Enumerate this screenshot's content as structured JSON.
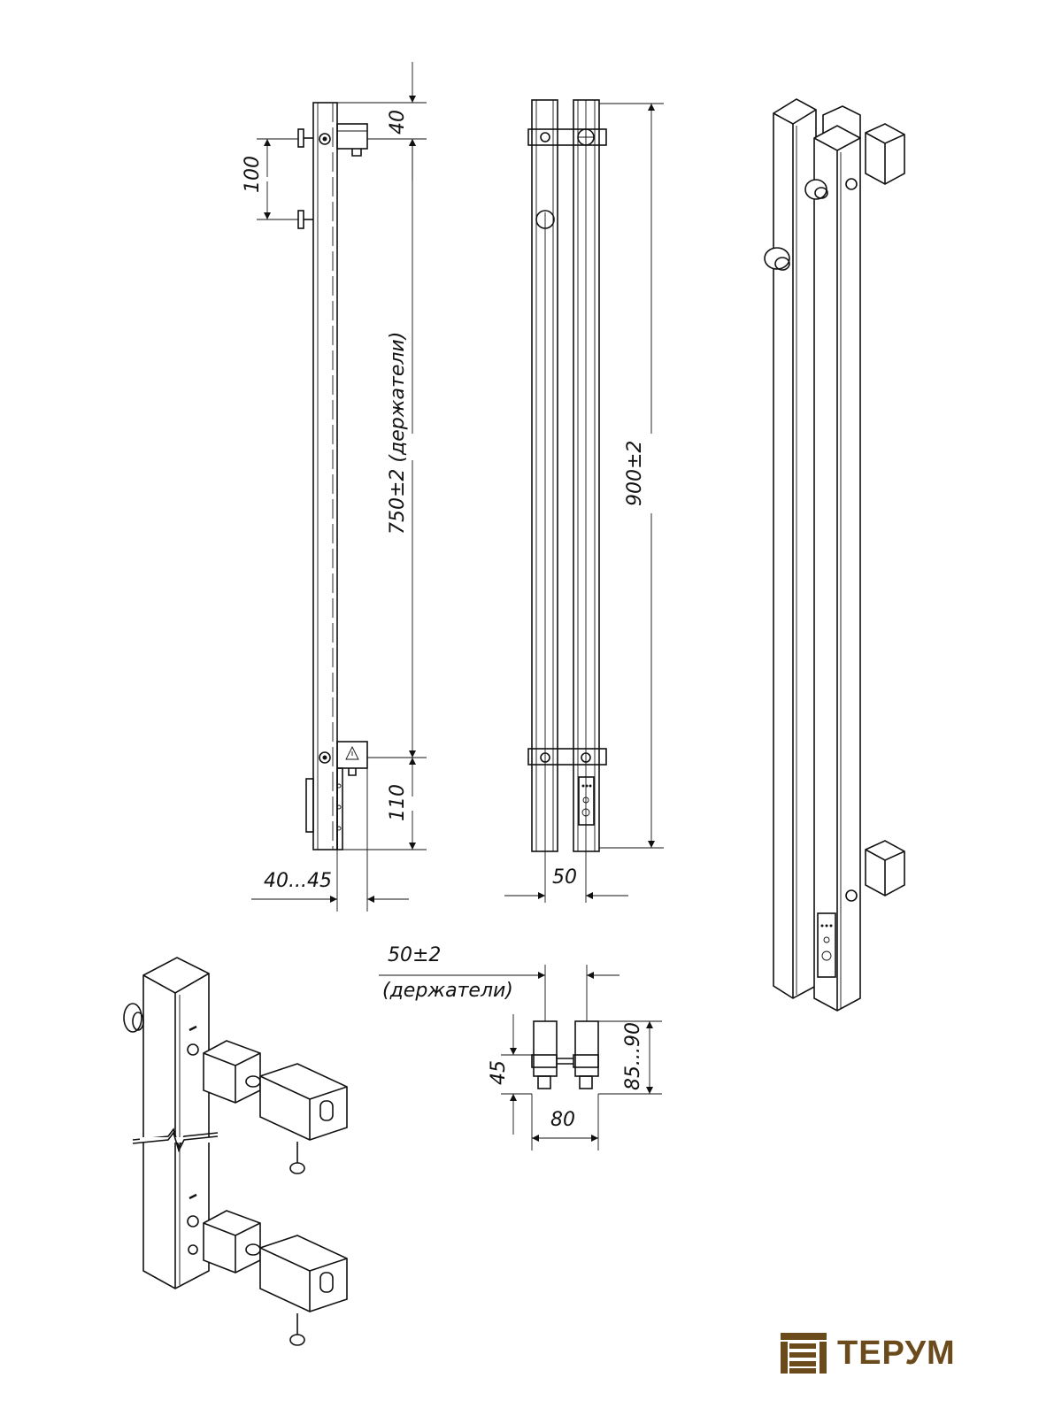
{
  "dimensions": {
    "holder_top": "40",
    "holder_spacing": "100",
    "holders_distance": "750±2 (держатели)",
    "bottom_offset": "110",
    "wall_gap": "40...45",
    "height_total": "900±2",
    "bar_spacing": "50",
    "holders_spacing_top": "50±2",
    "holders_spacing_top_note": "(держатели)",
    "holder_depth": "45",
    "depth_range": "85...90",
    "width_total": "80"
  },
  "brand": {
    "name": "ТЕРУМ",
    "color": "#6b4a1c"
  }
}
